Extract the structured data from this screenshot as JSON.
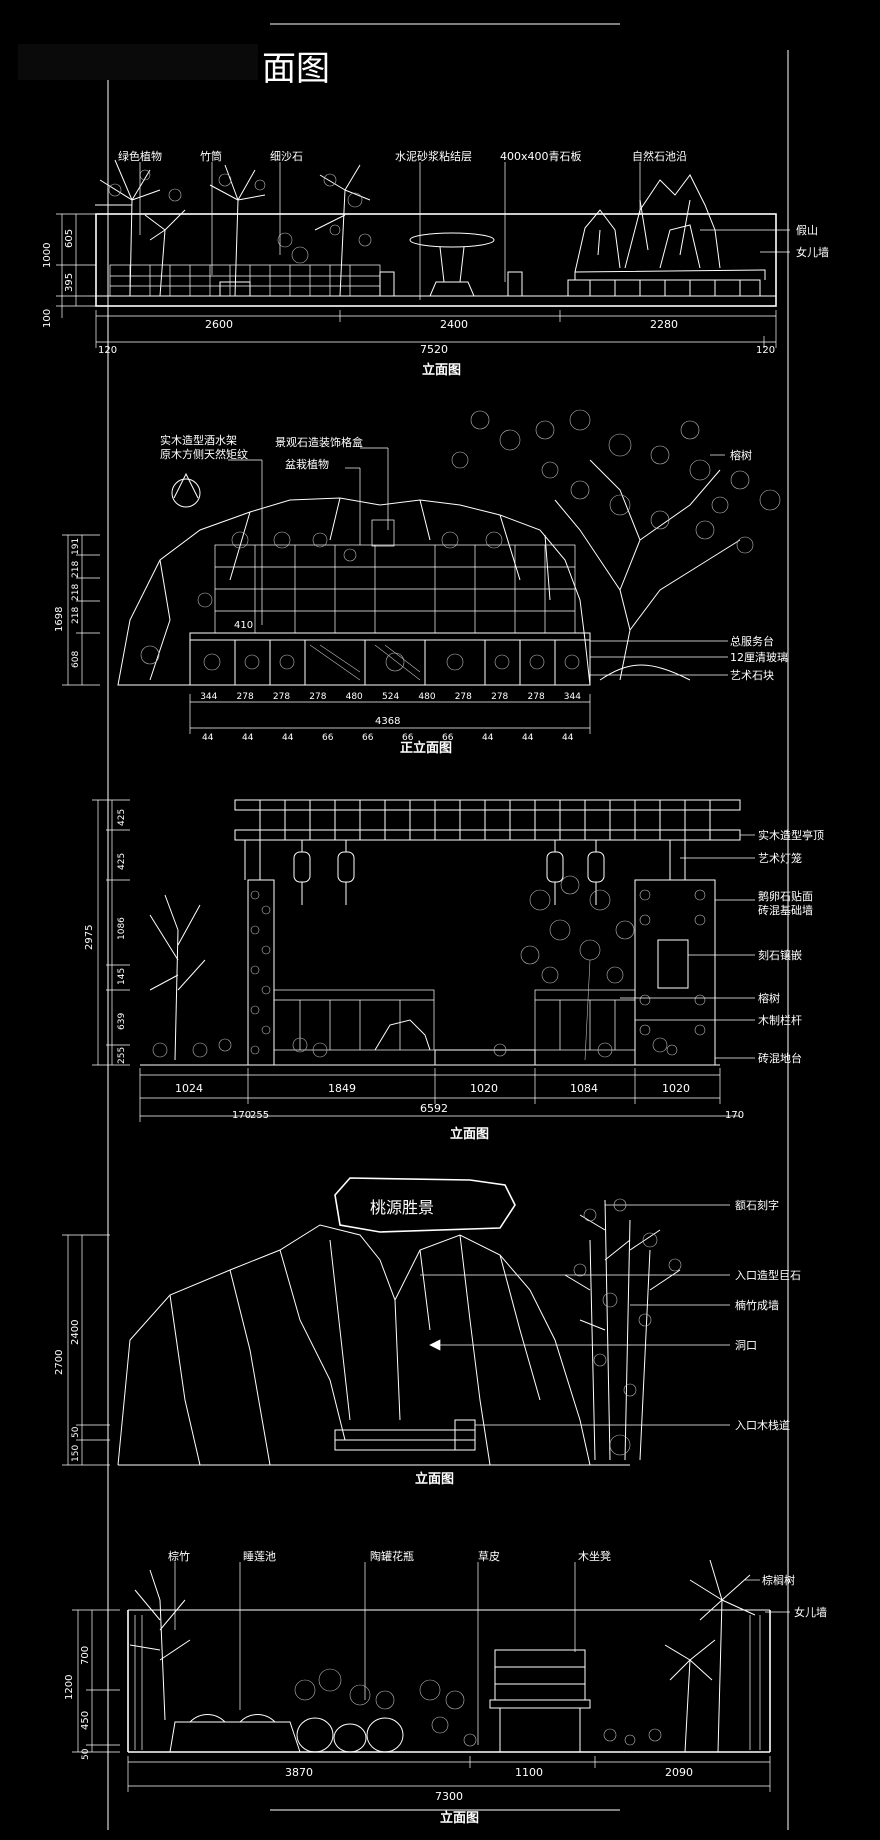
{
  "title": "面图",
  "panel1": {
    "labels": [
      "绿色植物",
      "竹筒",
      "细沙石",
      "水泥砂浆粘结层",
      "400x400青石板",
      "自然石池沿",
      "假山",
      "女儿墙"
    ],
    "vdims": [
      "1000",
      "605",
      "395",
      "100"
    ],
    "hdims": [
      "2600",
      "2400",
      "2280"
    ],
    "total": [
      "120",
      "7520",
      "120"
    ],
    "caption": "立面图"
  },
  "panel2": {
    "labels": [
      "实木造型酒水架",
      "原木方侧天然矩纹",
      "景观石造装饰格盒",
      "盆栽植物",
      "榕树",
      "总服务台",
      "12厘清玻璃",
      "艺术石块"
    ],
    "vdims": [
      "1698",
      "191",
      "218",
      "218",
      "218",
      "608"
    ],
    "dim_a": [
      "344",
      "278",
      "278",
      "278",
      "480",
      "524",
      "480",
      "278",
      "278",
      "278",
      "344"
    ],
    "dim_b": [
      "44",
      "44",
      "44",
      "66",
      "66",
      "66",
      "66",
      "44",
      "44",
      "44"
    ],
    "total": "4368",
    "small": "410",
    "caption": "正立面图"
  },
  "panel3": {
    "labels": [
      "实木造型亭顶",
      "艺术灯笼",
      "鹅卵石贴面",
      "砖混基础墙",
      "刻石镶嵌",
      "榕树",
      "木制栏杆",
      "砖混地台"
    ],
    "vdims": [
      "425",
      "425",
      "2975",
      "1086",
      "145",
      "639",
      "255"
    ],
    "hdims": [
      "1024",
      "1849",
      "1020",
      "1084",
      "1020"
    ],
    "small": [
      "170",
      "255"
    ],
    "total": [
      "6592",
      "170"
    ],
    "caption": "立面图"
  },
  "panel4": {
    "sign": "桃源胜景",
    "labels": [
      "额石刻字",
      "入口造型巨石",
      "楠竹成墙",
      "洞口",
      "入口木栈道"
    ],
    "vdims": [
      "2700",
      "2400",
      "50",
      "150"
    ],
    "caption": "立面图"
  },
  "panel5": {
    "labels": [
      "棕竹",
      "睡莲池",
      "陶罐花瓶",
      "草皮",
      "木坐凳",
      "棕榈树",
      "女儿墙"
    ],
    "vdims": [
      "1200",
      "700",
      "450",
      "50"
    ],
    "hdims": [
      "3870",
      "1100",
      "2090"
    ],
    "total": "7300",
    "caption": "立面图"
  }
}
